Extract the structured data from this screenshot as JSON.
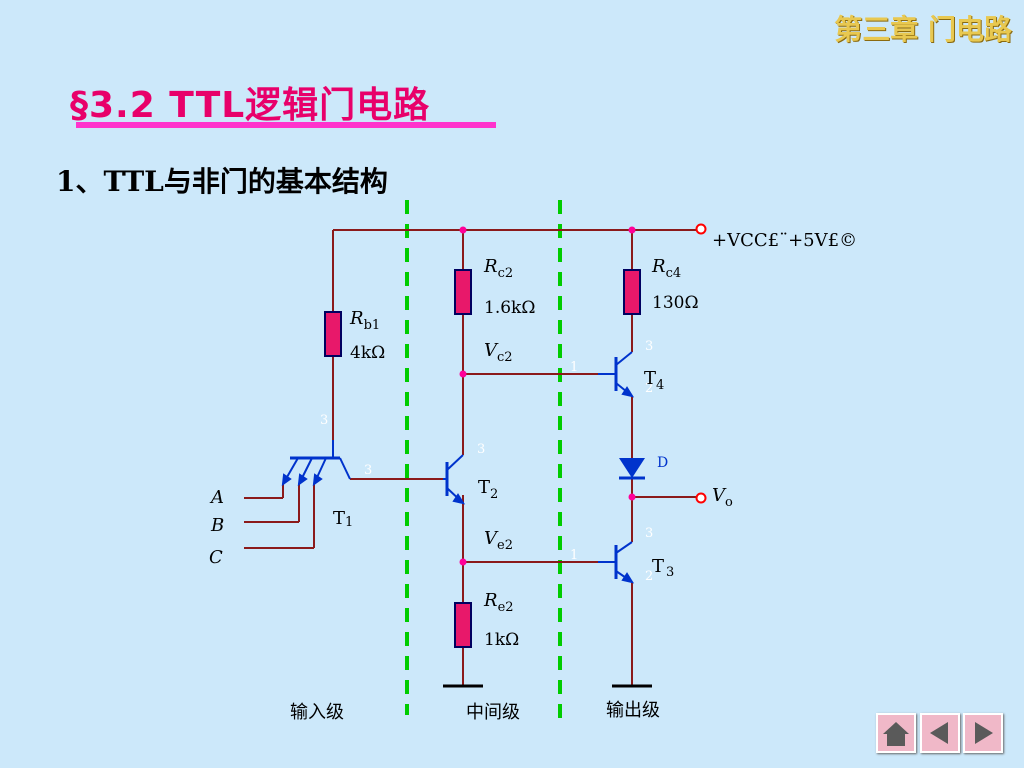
{
  "header": {
    "chapter": "第三章 门电路",
    "title": "§3.2 TTL逻辑门电路"
  },
  "section": {
    "subtitle": "1、TTL与非门的基本结构"
  },
  "circuit": {
    "vcc": "+VCC£¨+5V£©",
    "rb1_name": "R",
    "rb1_sub": "b1",
    "rb1_value": "4kΩ",
    "rc2_name": "R",
    "rc2_sub": "c2",
    "rc2_value": "1.6kΩ",
    "rc4_name": "R",
    "rc4_sub": "c4",
    "rc4_value": "130Ω",
    "vc2_name": "V",
    "vc2_sub": "c2",
    "ve2_name": "V",
    "ve2_sub": "e2",
    "re2_name": "R",
    "re2_sub": "e2",
    "re2_value": "1kΩ",
    "t1": "T1",
    "t1_name": "T",
    "t1_sub": "1",
    "t2_name": "T",
    "t2_sub": "2",
    "t3_name": "T",
    "t3_sub": "3",
    "t4_name": "T",
    "t4_sub": "4",
    "diode": "D",
    "vo_name": "V",
    "vo_sub": "o",
    "input_a": "A",
    "input_b": "B",
    "input_c": "C",
    "pin_1": "1",
    "pin_2": "2",
    "pin_3": "3"
  },
  "stages": {
    "input": "输入级",
    "middle": "中间级",
    "output": "输出级"
  },
  "nav": {
    "home": "home-icon",
    "prev": "prev-arrow-icon",
    "next": "next-arrow-icon"
  },
  "colors": {
    "wire": "#8b1a1a",
    "resistor": "#e8186a",
    "transistor": "#0033cc",
    "divider": "#00cc00",
    "title": "#e8006a"
  }
}
